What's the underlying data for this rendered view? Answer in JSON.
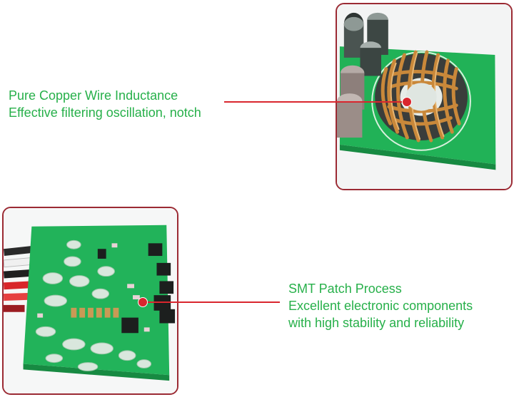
{
  "features": [
    {
      "title": "Pure Copper Wire Inductance",
      "description": "Effective filtering oscillation, notch"
    },
    {
      "title": "SMT Patch Process",
      "lines": [
        "Excellent electronic components",
        "with high stability and reliability"
      ]
    }
  ],
  "colors": {
    "caption_text": "#27b04a",
    "pointer": "#d9262e",
    "frame_border": "#9b2a33",
    "pcb_green": "#1fae55",
    "copper": "#c9883a"
  }
}
